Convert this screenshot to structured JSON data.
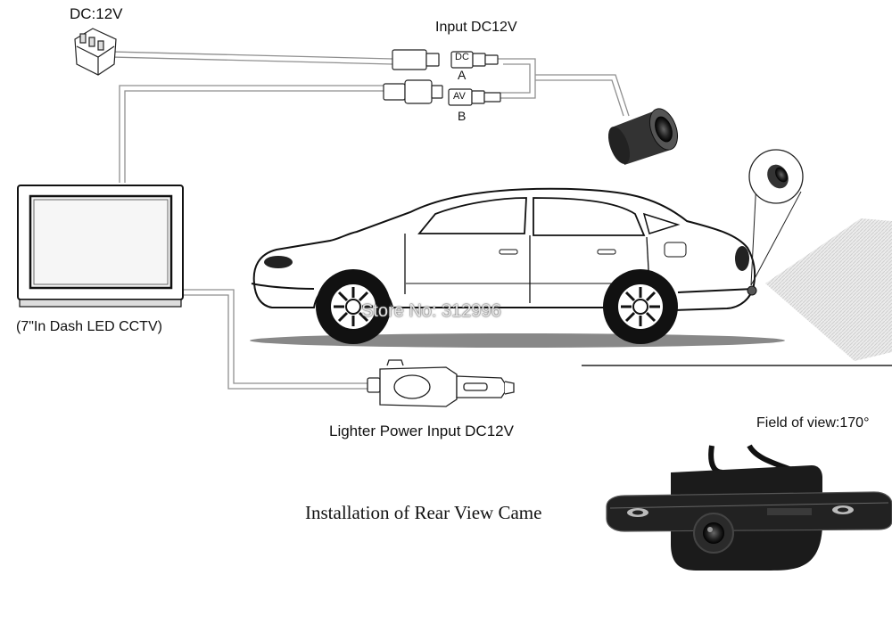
{
  "labels": {
    "dc_power": "DC:12V",
    "input_dc": "Input DC12V",
    "connector_dc": "DC",
    "connector_a": "A",
    "connector_av": "AV",
    "connector_b": "B",
    "monitor": "(7\"In Dash LED CCTV)",
    "lighter": "Lighter  Power Input DC12V",
    "field_of_view": "Field of view:170°",
    "installation": "Installation of Rear View Came"
  },
  "watermark": "Store No: 312996",
  "colors": {
    "line": "#222222",
    "cable": "#9a9a9a",
    "camera_body": "#1c1c1c",
    "field_hatch": "#cfcfcf"
  }
}
